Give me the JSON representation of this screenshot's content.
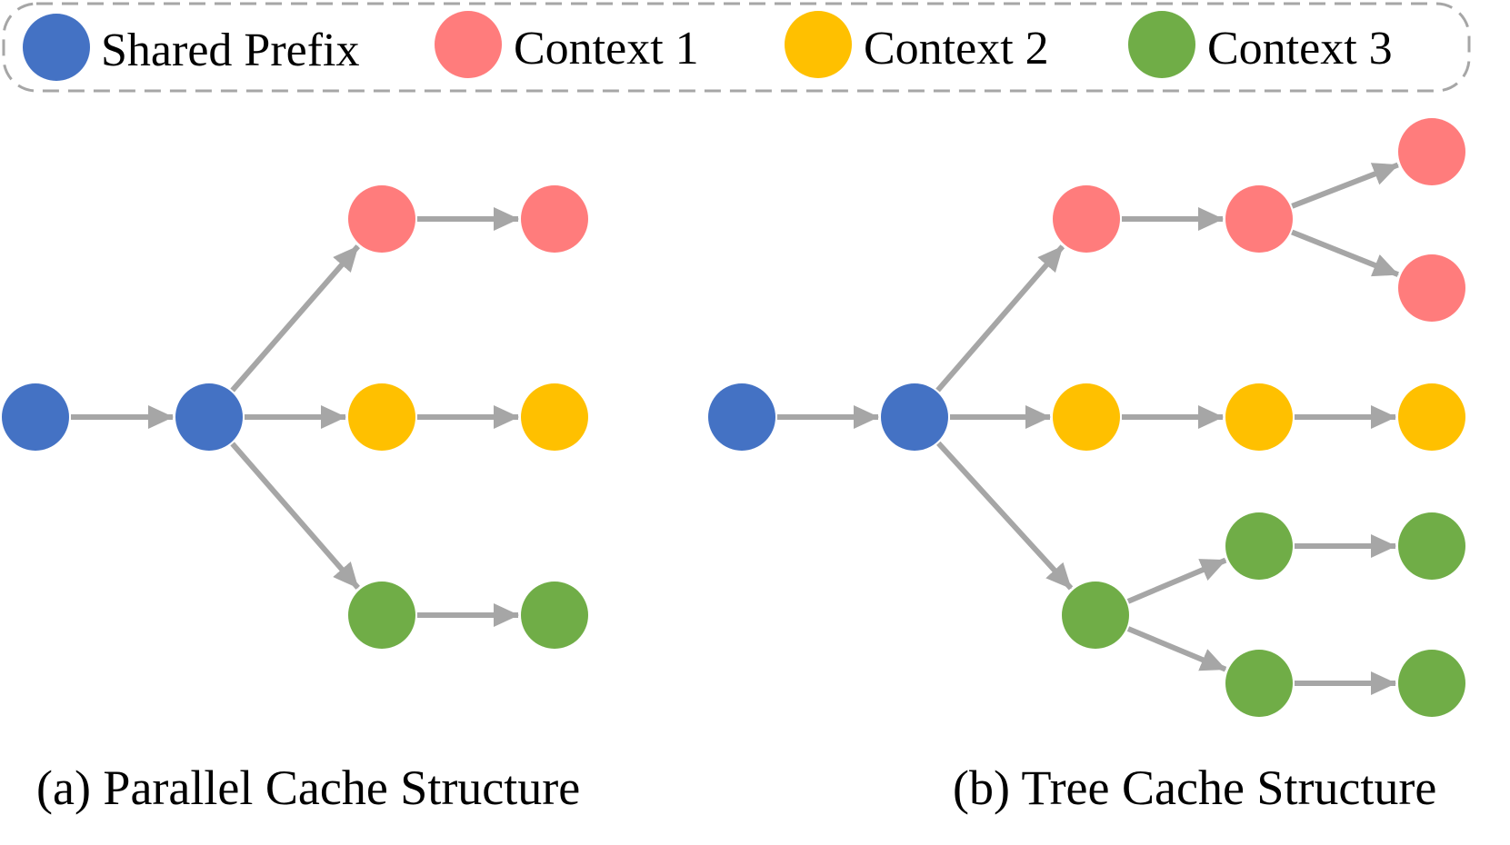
{
  "legend": {
    "items": [
      {
        "key": "shared",
        "label": "Shared Prefix"
      },
      {
        "key": "ctx1",
        "label": "Context 1"
      },
      {
        "key": "ctx2",
        "label": "Context 2"
      },
      {
        "key": "ctx3",
        "label": "Context 3"
      }
    ]
  },
  "colors": {
    "shared": "#4472C4",
    "ctx1": "#FF7C7C",
    "ctx2": "#FFC000",
    "ctx3": "#70AD47",
    "edge": "#A6A6A6",
    "legend_border": "#A6A6A6"
  },
  "captions": {
    "a": "(a) Parallel Cache Structure",
    "b": "(b) Tree Cache Structure"
  },
  "diagrams": {
    "a": {
      "nodes": [
        {
          "id": "a_s0",
          "type": "shared"
        },
        {
          "id": "a_s1",
          "type": "shared"
        },
        {
          "id": "a_c1_0",
          "type": "ctx1"
        },
        {
          "id": "a_c1_1",
          "type": "ctx1"
        },
        {
          "id": "a_c2_0",
          "type": "ctx2"
        },
        {
          "id": "a_c2_1",
          "type": "ctx2"
        },
        {
          "id": "a_c3_0",
          "type": "ctx3"
        },
        {
          "id": "a_c3_1",
          "type": "ctx3"
        }
      ],
      "edges": [
        [
          "a_s0",
          "a_s1"
        ],
        [
          "a_s1",
          "a_c1_0"
        ],
        [
          "a_s1",
          "a_c2_0"
        ],
        [
          "a_s1",
          "a_c3_0"
        ],
        [
          "a_c1_0",
          "a_c1_1"
        ],
        [
          "a_c2_0",
          "a_c2_1"
        ],
        [
          "a_c3_0",
          "a_c3_1"
        ]
      ]
    },
    "b": {
      "nodes": [
        {
          "id": "b_s0",
          "type": "shared"
        },
        {
          "id": "b_s1",
          "type": "shared"
        },
        {
          "id": "b_c1_0",
          "type": "ctx1"
        },
        {
          "id": "b_c1_1",
          "type": "ctx1"
        },
        {
          "id": "b_c1_2a",
          "type": "ctx1"
        },
        {
          "id": "b_c1_2b",
          "type": "ctx1"
        },
        {
          "id": "b_c2_0",
          "type": "ctx2"
        },
        {
          "id": "b_c2_1",
          "type": "ctx2"
        },
        {
          "id": "b_c2_2",
          "type": "ctx2"
        },
        {
          "id": "b_c3_0",
          "type": "ctx3"
        },
        {
          "id": "b_c3_1a",
          "type": "ctx3"
        },
        {
          "id": "b_c3_2a",
          "type": "ctx3"
        },
        {
          "id": "b_c3_1b",
          "type": "ctx3"
        },
        {
          "id": "b_c3_2b",
          "type": "ctx3"
        }
      ],
      "edges": [
        [
          "b_s0",
          "b_s1"
        ],
        [
          "b_s1",
          "b_c1_0"
        ],
        [
          "b_s1",
          "b_c2_0"
        ],
        [
          "b_s1",
          "b_c3_0"
        ],
        [
          "b_c1_0",
          "b_c1_1"
        ],
        [
          "b_c1_1",
          "b_c1_2a"
        ],
        [
          "b_c1_1",
          "b_c1_2b"
        ],
        [
          "b_c2_0",
          "b_c2_1"
        ],
        [
          "b_c2_1",
          "b_c2_2"
        ],
        [
          "b_c3_0",
          "b_c3_1a"
        ],
        [
          "b_c3_1a",
          "b_c3_2a"
        ],
        [
          "b_c3_0",
          "b_c3_1b"
        ],
        [
          "b_c3_1b",
          "b_c3_2b"
        ]
      ]
    }
  }
}
